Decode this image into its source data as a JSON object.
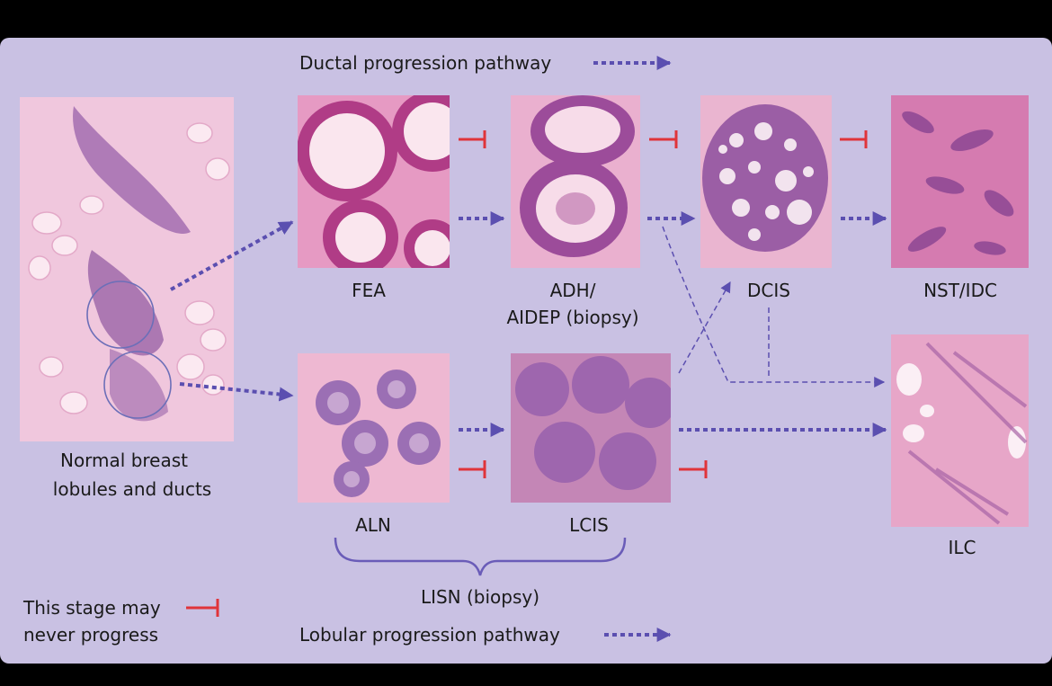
{
  "labels": {
    "ductal_pathway": "Ductal progression pathway",
    "lobular_pathway": "Lobular progression pathway",
    "normal_1": "Normal breast",
    "normal_2": "lobules and ducts",
    "fea": "FEA",
    "adh_1": "ADH/",
    "adh_2": "AIDEP (biopsy)",
    "dcis": "DCIS",
    "nst": "NST/IDC",
    "aln": "ALN",
    "lcis": "LCIS",
    "lisn": "LISN (biopsy)",
    "ilc": "ILC",
    "legend_1": "This stage may",
    "legend_2": "never progress"
  },
  "colors": {
    "background": "#c9c1e3",
    "arrow": "#5b4fb0",
    "stop": "#e0343a",
    "brace": "#6a5cb8",
    "tissue_pink": "#e5a4c8",
    "tissue_purple": "#8a4f9f"
  }
}
